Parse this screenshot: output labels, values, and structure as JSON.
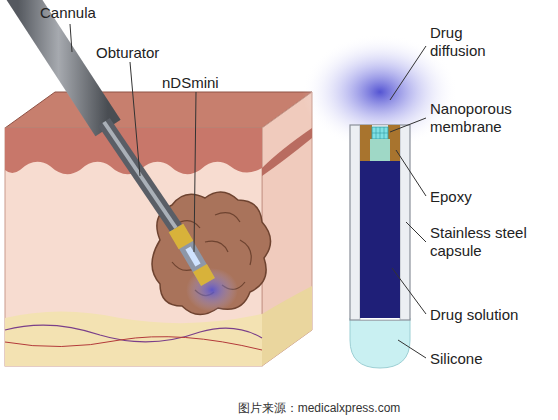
{
  "diagram": {
    "caption": "图片来源：medicalxpress.com",
    "labels": [
      "Cannula",
      "Obturator",
      "nDSmini",
      "Drug diffusion",
      "Nanoporous membrane",
      "Epoxy",
      "Stainless steel capsule",
      "Drug solution",
      "Silicone"
    ]
  }
}
